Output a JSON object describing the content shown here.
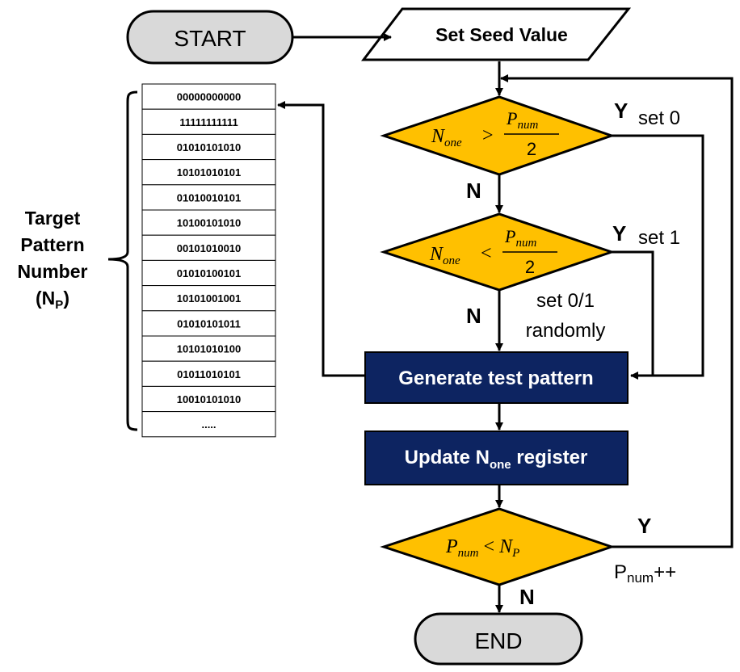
{
  "flow": {
    "start": "START",
    "set_seed": "Set Seed Value",
    "cond1": {
      "left": "N",
      "left_sub": "one",
      "op": ">",
      "num": "P",
      "num_sub": "num",
      "den": "2"
    },
    "cond2": {
      "left": "N",
      "left_sub": "one",
      "op": "<",
      "num": "P",
      "num_sub": "num",
      "den": "2"
    },
    "cond3": {
      "left": "P",
      "left_sub": "num",
      "op": "<",
      "right": "N",
      "right_sub": "P"
    },
    "generate": "Generate test pattern",
    "update": {
      "prefix": "Update N",
      "sub": "one",
      "suffix": " register"
    },
    "end": "END"
  },
  "labels": {
    "y1": "Y",
    "set0": "set 0",
    "y2": "Y",
    "set1": "set 1",
    "n1": "N",
    "n2": "N",
    "random_line1": "set 0/1",
    "random_line2": "randomly",
    "y3": "Y",
    "pnum_inc_main": "P",
    "pnum_inc_sub": "num",
    "pnum_inc_suffix": "++",
    "n3": "N"
  },
  "target": {
    "line1": "Target",
    "line2": "Pattern",
    "line3": "Number",
    "line4_open": "(N",
    "line4_sub": "P",
    "line4_close": ")"
  },
  "patterns": [
    "00000000000",
    "11111111111",
    "01010101010",
    "10101010101",
    "01010010101",
    "10100101010",
    "00101010010",
    "01010100101",
    "10101001001",
    "01010101011",
    "10101010100",
    "01011010101",
    "10010101010",
    "....."
  ],
  "colors": {
    "decision": "#FFC000",
    "process": "#0D2461",
    "terminal": "#D9D9D9"
  }
}
